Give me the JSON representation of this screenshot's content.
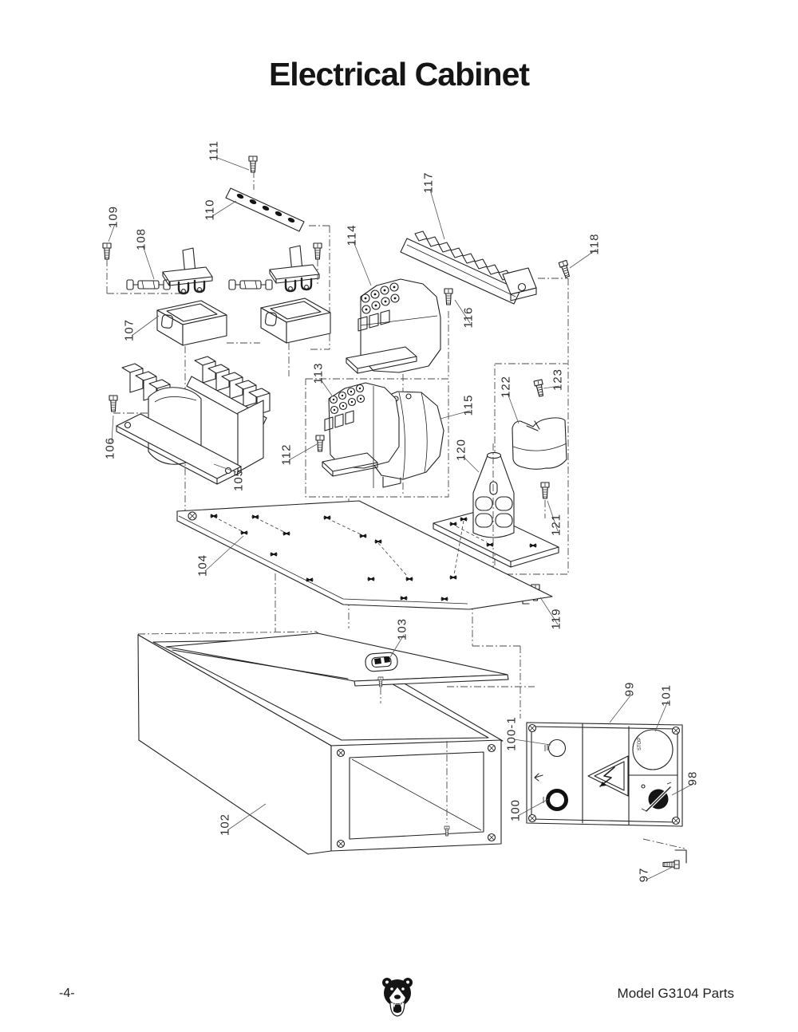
{
  "page": {
    "title": "Electrical Cabinet"
  },
  "footer": {
    "page_number": "-4-",
    "logo_icon": "grizzly-bear-icon",
    "model_text": "Model G3104 Parts"
  },
  "panel": {
    "stop_label": "STOP",
    "warning_icon": "high-voltage-warning-triangle-icon"
  },
  "diagram": {
    "parts": {
      "p97": "97",
      "p98": "98",
      "p99": "99",
      "p100": "100",
      "p100_1": "100-1",
      "p101": "101",
      "p102": "102",
      "p103": "103",
      "p104": "104",
      "p105": "105",
      "p106": "106",
      "p107": "107",
      "p108": "108",
      "p109": "109",
      "p110": "110",
      "p111": "111",
      "p112": "112",
      "p113": "113",
      "p114": "114",
      "p115": "115",
      "p116": "116",
      "p117": "117",
      "p118": "118",
      "p119": "119",
      "p120": "120",
      "p121": "121",
      "p122": "122",
      "p123": "123"
    }
  }
}
